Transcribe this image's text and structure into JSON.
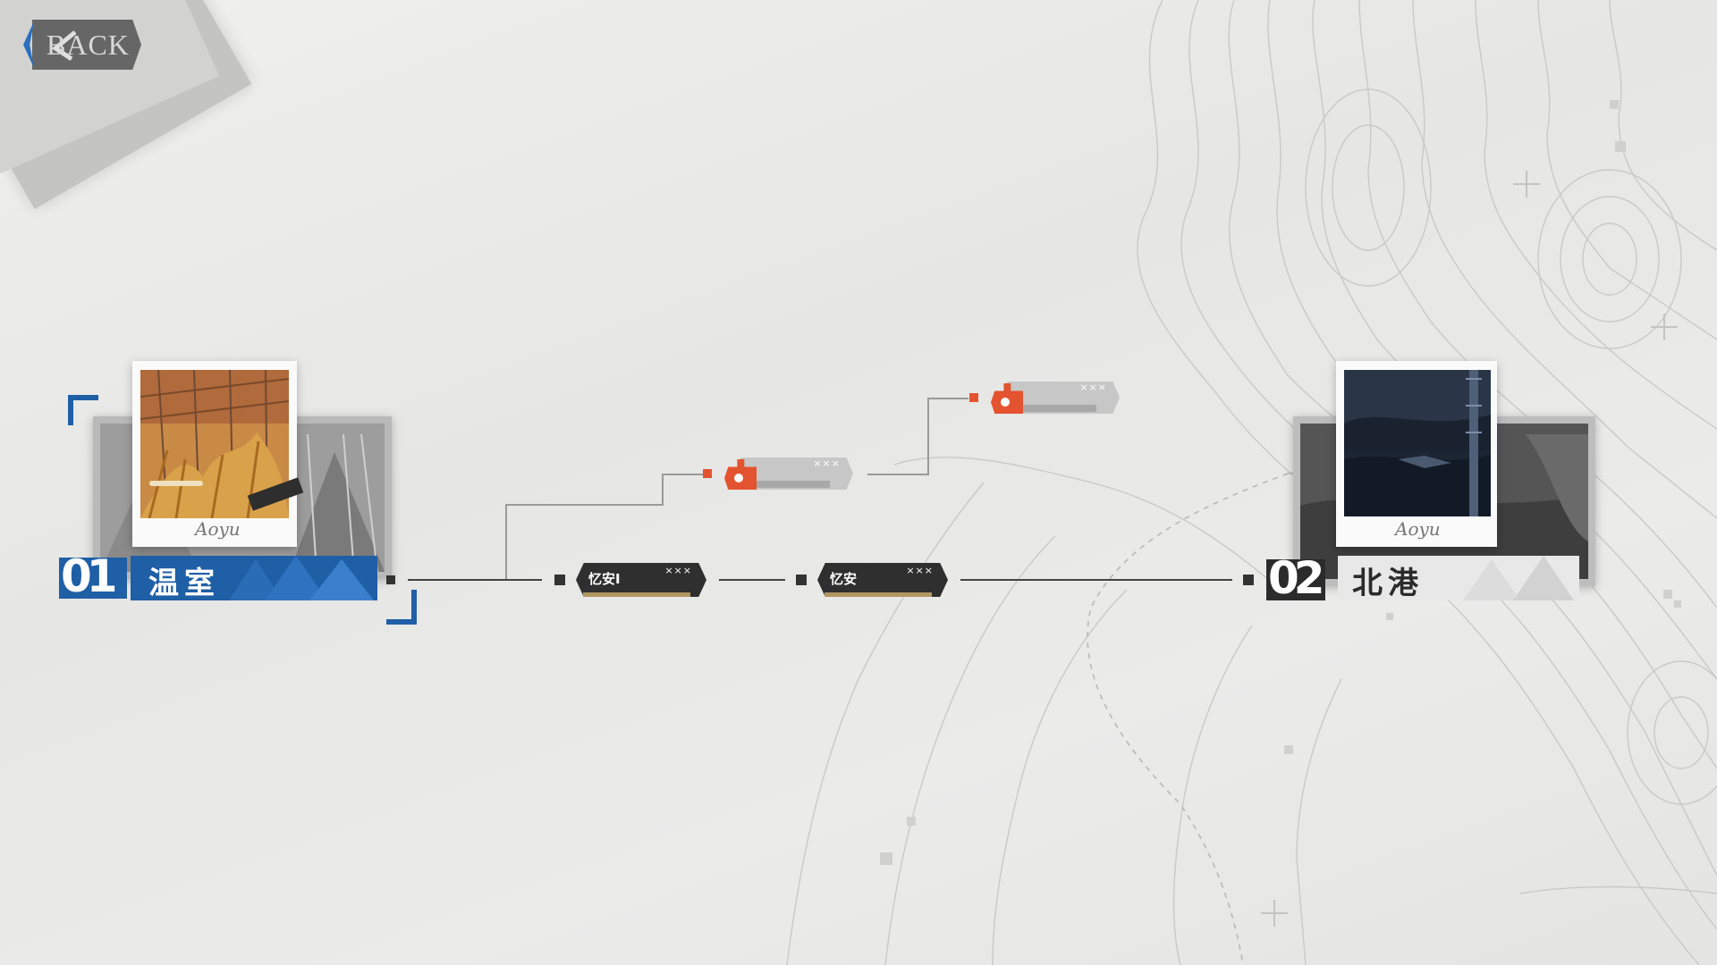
{
  "back_button": {
    "label": "BACK"
  },
  "stations": [
    {
      "number": "01",
      "name": "温室",
      "signature": "Aoyu"
    },
    {
      "number": "02",
      "name": "北港",
      "signature": "Aoyu"
    }
  ],
  "unlocked_nodes": [
    {
      "label": "忆安I",
      "marker": "×××"
    },
    {
      "label": "忆安",
      "marker": "×××"
    }
  ],
  "locked_nodes": [
    {
      "marker": "×××"
    },
    {
      "marker": "×××"
    }
  ],
  "colors": {
    "accent_blue": "#1f5fa6",
    "accent_red": "#e4532f",
    "node_dark": "#2f2f2f",
    "gold_strip": "#c9a86a"
  }
}
